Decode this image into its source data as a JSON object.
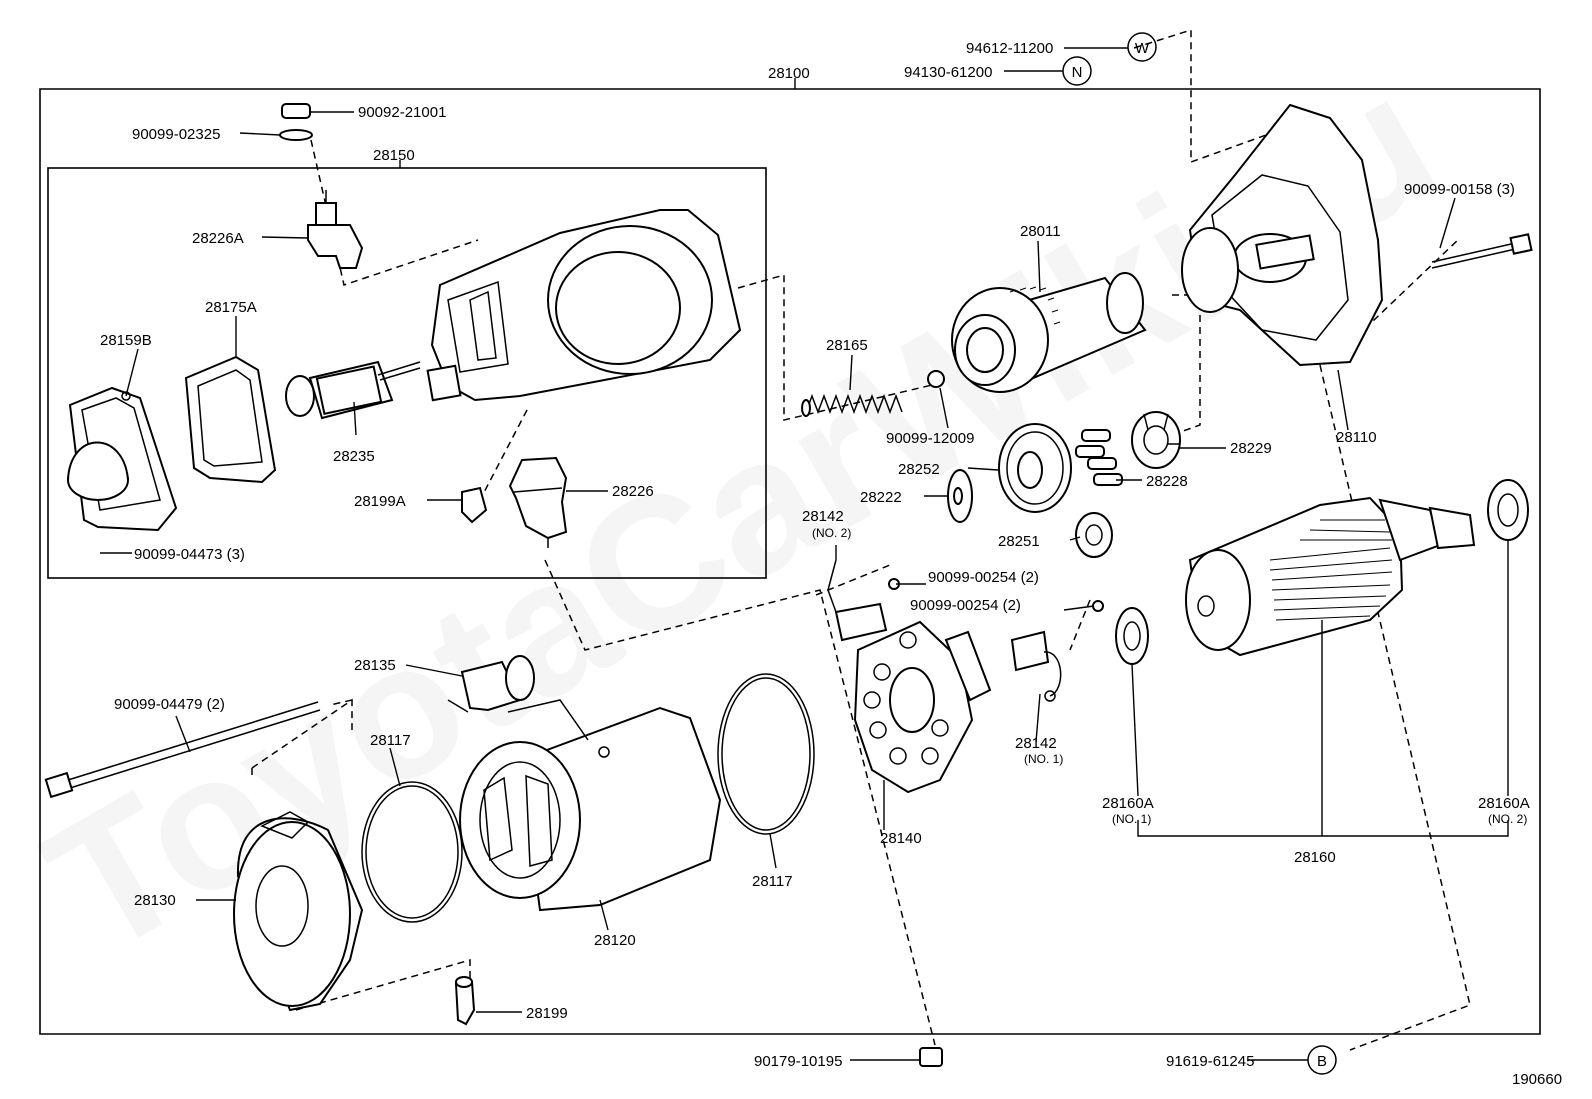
{
  "diagram": {
    "watermark": "ToyotaCarWiki.ru",
    "figure_number": "190660",
    "symbols": [
      "W",
      "N",
      "B"
    ],
    "labels": {
      "assy": "28100",
      "solenoid_assy": "28150",
      "nut_top": "90092-21001",
      "washer_top": "90099-02325",
      "terminal_kit_top": "28226A",
      "cover_solenoid": "28159B",
      "gasket_solenoid": "28175A",
      "plunger": "28235",
      "boot": "28199A",
      "terminal_kit": "28226",
      "screw_solenoid": "90099-04473 (3)",
      "clutch_assy": "28011",
      "spring_clutch": "28165",
      "ball": "90099-12009",
      "idle_gear": "28252",
      "retainer": "28222",
      "roller": "28228",
      "retainer_roller": "28229",
      "pinion": "28251",
      "housing": "28110",
      "bolt_housing": "90099-00158 (3)",
      "bolt_w": "94612-11200",
      "nut_n": "94130-61200",
      "brush_no2": "28142",
      "brush_no2_sub": "(NO. 2)",
      "screw_brush_a": "90099-00254 (2)",
      "screw_brush_b": "90099-00254 (2)",
      "brush_no1": "28142",
      "brush_no1_sub": "(NO. 1)",
      "brush_holder": "28140",
      "lead_wire": "28135",
      "through_bolt": "90099-04479 (2)",
      "oring_a": "28117",
      "oring_b": "28117",
      "end_frame": "28130",
      "yoke": "28120",
      "bearing_no1": "28160A",
      "bearing_no1_sub": "(NO. 1)",
      "bearing_no2": "28160A",
      "bearing_no2_sub": "(NO. 2)",
      "armature": "28160",
      "boot_bottom": "28199",
      "nut_bottom": "90179-10195",
      "nut_b": "91619-61245"
    }
  }
}
